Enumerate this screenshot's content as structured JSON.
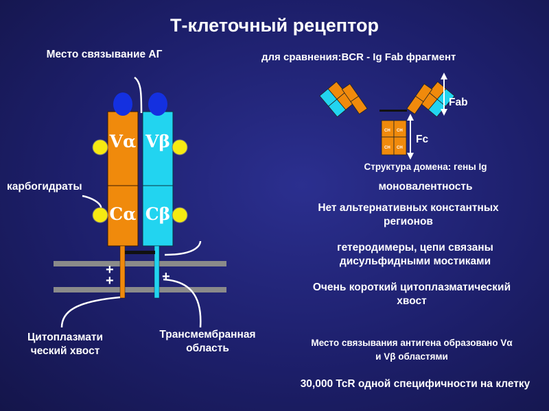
{
  "title": "Т-клеточный рецептор",
  "left": {
    "binding_site": "Место связывание АГ",
    "carbohydrates": "карбогидраты",
    "v_alpha": "Vα",
    "v_beta": "Vβ",
    "c_alpha": "Cα",
    "c_beta": "Cβ",
    "plus": "+",
    "cytoplasmic_tail": "Цитоплазмати ческий хвост",
    "transmembrane": "Трансмембранная область"
  },
  "right": {
    "comparison": "для сравнения:BCR - Ig Fab фрагмент",
    "fab": "Fab",
    "fc": "Fc",
    "domain_structure": "Структура домена: гены Ig",
    "monovalent": "моновалентность",
    "no_alt_constant": "Нет альтернативных константных регионов",
    "heterodimers": "гетеродимеры, цепи связаны дисульфидными мостиками",
    "short_tail": "Очень короткий цитоплазматический хвост",
    "antigen_site": "Место связывания антигена образовано Vα и Vβ областями",
    "count": "30,000 TcR одной специфичности на клетку"
  },
  "colors": {
    "alpha_chain": "#f08a0c",
    "beta_chain": "#22d4f0",
    "antigen_site": "#1430e0",
    "carbohydrate": "#f6ea12",
    "membrane": "#8a8a8a",
    "background": "#1d1f6b"
  }
}
